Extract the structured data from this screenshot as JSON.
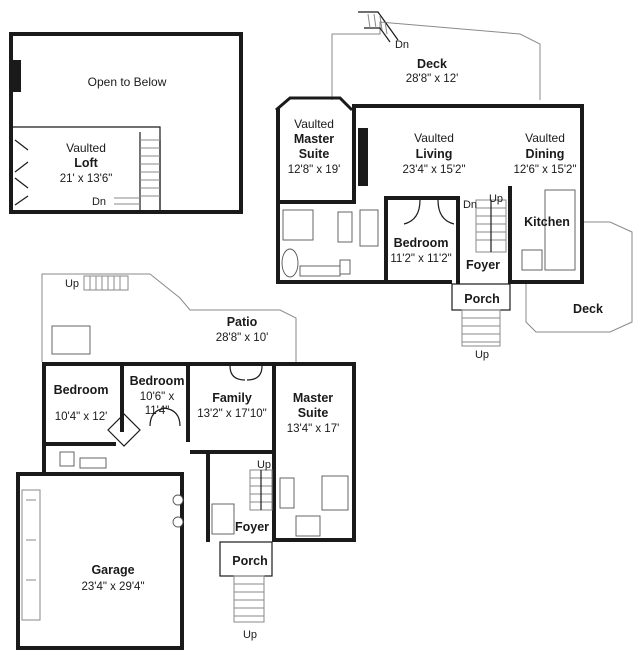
{
  "loft": {
    "open_to_below": "Open to Below",
    "vaulted": "Vaulted",
    "name": "Loft",
    "dim": "21' x 13'6\"",
    "stair_dn": "Dn"
  },
  "main": {
    "deck_top": {
      "name": "Deck",
      "dim": "28'8\" x 12'",
      "stair_dn": "Dn"
    },
    "master_suite": {
      "vaulted": "Vaulted",
      "line1": "Master",
      "line2": "Suite",
      "dim": "12'8\" x 19'"
    },
    "living": {
      "vaulted": "Vaulted",
      "name": "Living",
      "dim": "23'4\" x 15'2\""
    },
    "dining": {
      "vaulted": "Vaulted",
      "name": "Dining",
      "dim": "12'6\" x 15'2\""
    },
    "kitchen": {
      "name": "Kitchen"
    },
    "bedroom": {
      "name": "Bedroom",
      "dim": "11'2\" x 11'2\""
    },
    "foyer": {
      "name": "Foyer"
    },
    "porch": {
      "name": "Porch"
    },
    "deck_side": {
      "name": "Deck"
    },
    "stair_dn": "Dn",
    "stair_up": "Up",
    "porch_up": "Up"
  },
  "lower": {
    "stair_up": "Up",
    "patio": {
      "name": "Patio",
      "dim": "28'8\" x 10'"
    },
    "bedroom1": {
      "name": "Bedroom",
      "dim": "10'4\" x 12'"
    },
    "bedroom2": {
      "name": "Bedroom",
      "dim1": "10'6\" x",
      "dim2": "11'4\""
    },
    "family": {
      "name": "Family",
      "dim": "13'2\" x 17'10\""
    },
    "master_suite": {
      "line1": "Master",
      "line2": "Suite",
      "dim": "13'4\" x 17'"
    },
    "foyer": {
      "name": "Foyer"
    },
    "porch": {
      "name": "Porch"
    },
    "garage": {
      "name": "Garage",
      "dim": "23'4\" x 29'4\""
    },
    "porch_up": "Up"
  },
  "colors": {
    "wall": "#1a1a1a",
    "line": "#1a1a1a",
    "background": "#ffffff"
  }
}
